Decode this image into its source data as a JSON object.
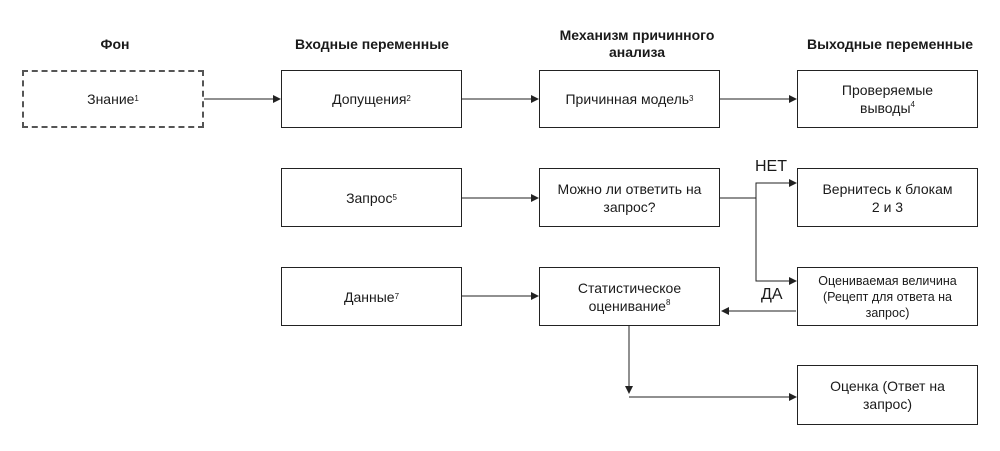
{
  "headers": {
    "background": "Фон",
    "inputs": "Входные переменные",
    "mechanism": "Механизм причинного анализа",
    "outputs": "Выходные переменные"
  },
  "boxes": {
    "knowledge": {
      "text": "Знание",
      "ref": "1"
    },
    "assumptions": {
      "text": "Допущения",
      "ref": "2"
    },
    "causal_model": {
      "text": "Причинная модель",
      "ref": "3"
    },
    "testable_conclusions": {
      "text": "Проверяемые выводы",
      "ref": "4"
    },
    "query": {
      "text": "Запрос",
      "ref": "5"
    },
    "can_answer": {
      "text": "Можно ли ответить на запрос?"
    },
    "return_to_blocks": {
      "text": "Вернитесь к блокам 2 и 3"
    },
    "data": {
      "text": "Данные",
      "ref": "7"
    },
    "statistical_estimation": {
      "text": "Статистическое оценивание",
      "ref": "8"
    },
    "estimand": {
      "text": "Оцениваемая величина (Рецепт для ответа на запрос)"
    },
    "estimate": {
      "text": "Оценка (Ответ на запрос)"
    }
  },
  "labels": {
    "no": "НЕТ",
    "yes": "ДА"
  }
}
